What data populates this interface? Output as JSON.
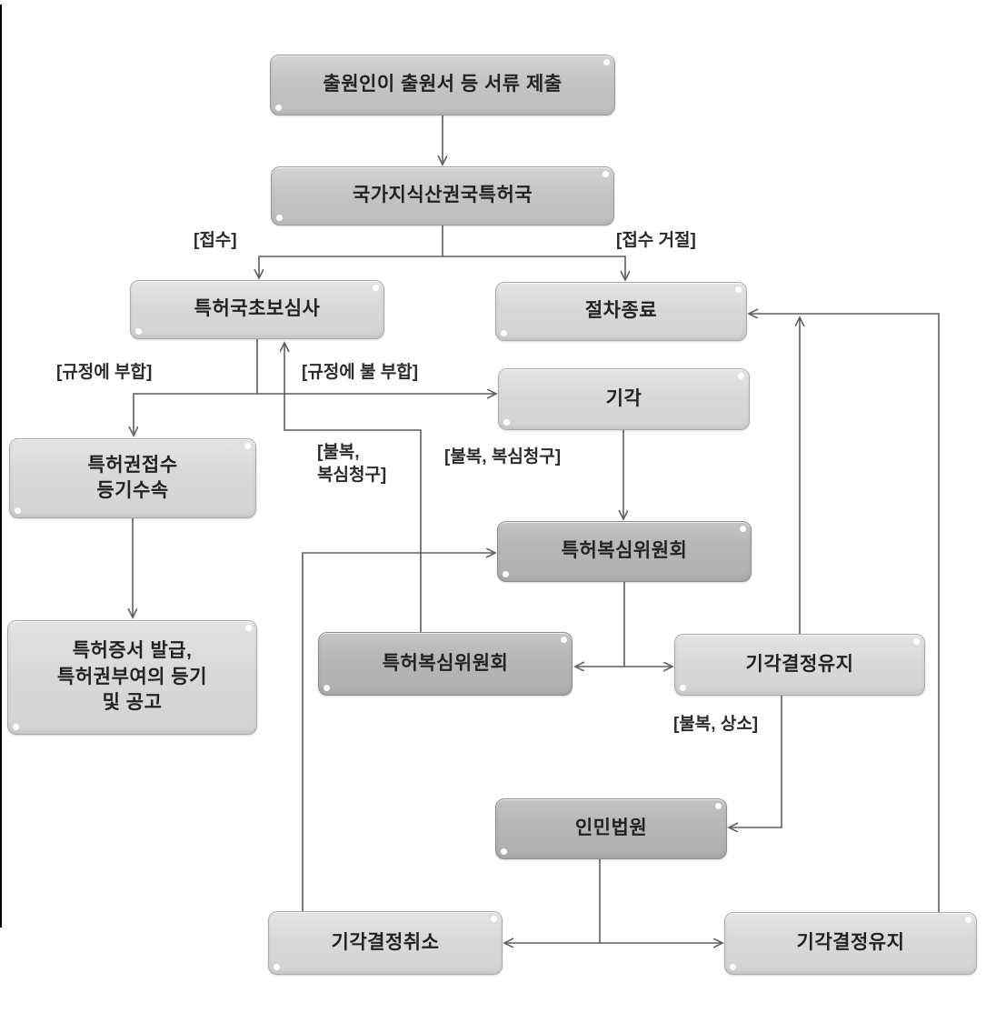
{
  "diagram": {
    "description": "Patent application procedure flowchart (Korean)",
    "colors": {
      "node_light": "#d8d8d8",
      "node_medium": "#c3c3c3",
      "node_dark": "#b4b4b4",
      "line": "#5f5f5f",
      "frame_line": "#000000",
      "background": "#ffffff",
      "text": "#222222"
    },
    "boxes": [
      {
        "id": "applicant_submission",
        "label": "출원인이 출원서 등 서류 제출",
        "variant": "medium"
      },
      {
        "id": "sipo_patent_office",
        "label": "국가지식산권국특허국",
        "variant": "medium"
      },
      {
        "id": "preliminary_examination",
        "label": "특허국초보심사",
        "variant": "light"
      },
      {
        "id": "procedure_end",
        "label": "절차종료",
        "variant": "light"
      },
      {
        "id": "rejection",
        "label": "기각",
        "variant": "light"
      },
      {
        "id": "patent_registration",
        "label": "특허권접수\n등기수속",
        "variant": "light"
      },
      {
        "id": "certificate_issuance",
        "label": "특허증서 발급,\n특허권부여의 등기\n및 공고",
        "variant": "light"
      },
      {
        "id": "reexamination_board_upper",
        "label": "특허복심위원회",
        "variant": "dark"
      },
      {
        "id": "reexamination_board_left",
        "label": "특허복심위원회",
        "variant": "dark"
      },
      {
        "id": "maintain_rejection_upper",
        "label": "기각결정유지",
        "variant": "light"
      },
      {
        "id": "peoples_court",
        "label": "인민법원",
        "variant": "dark"
      },
      {
        "id": "cancel_rejection",
        "label": "기각결정취소",
        "variant": "light"
      },
      {
        "id": "maintain_rejection_lower",
        "label": "기각결정유지",
        "variant": "light"
      }
    ],
    "edge_labels": [
      {
        "id": "accept",
        "text": "[접수]"
      },
      {
        "id": "accept_refused",
        "text": "[접수 거절]"
      },
      {
        "id": "conforms_rules",
        "text": "[규정에 부합]"
      },
      {
        "id": "not_conform_rules",
        "text": "[규정에 불 부합]"
      },
      {
        "id": "appeal_reexam_left",
        "text": "[불복,\n복심청구]"
      },
      {
        "id": "appeal_reexam_right",
        "text": "[불복, 복심청구]"
      },
      {
        "id": "appeal_to_court",
        "text": "[불복, 상소]"
      }
    ],
    "edges": [
      {
        "from": "applicant_submission",
        "to": "sipo_patent_office"
      },
      {
        "from": "sipo_patent_office",
        "to": "preliminary_examination",
        "label": "[접수]"
      },
      {
        "from": "sipo_patent_office",
        "to": "procedure_end",
        "label": "[접수 거절]"
      },
      {
        "from": "preliminary_examination",
        "to": "patent_registration",
        "label": "[규정에 부합]"
      },
      {
        "from": "preliminary_examination",
        "to": "rejection",
        "label": "[규정에 불 부합]"
      },
      {
        "from": "reexamination_board_left",
        "to": "preliminary_examination",
        "label": "[불복, 복심청구]"
      },
      {
        "from": "patent_registration",
        "to": "certificate_issuance"
      },
      {
        "from": "rejection",
        "to": "reexamination_board_upper",
        "label": "[불복, 복심청구]"
      },
      {
        "from": "reexamination_board_upper",
        "to": "reexamination_board_left"
      },
      {
        "from": "reexamination_board_upper",
        "to": "maintain_rejection_upper"
      },
      {
        "from": "cancel_rejection",
        "to": "reexamination_board_upper"
      },
      {
        "from": "maintain_rejection_upper",
        "to": "procedure_end"
      },
      {
        "from": "maintain_rejection_upper",
        "to": "peoples_court",
        "label": "[불복, 상소]"
      },
      {
        "from": "maintain_rejection_lower",
        "to": "procedure_end"
      },
      {
        "from": "peoples_court",
        "to": "cancel_rejection"
      },
      {
        "from": "peoples_court",
        "to": "maintain_rejection_lower"
      }
    ]
  }
}
